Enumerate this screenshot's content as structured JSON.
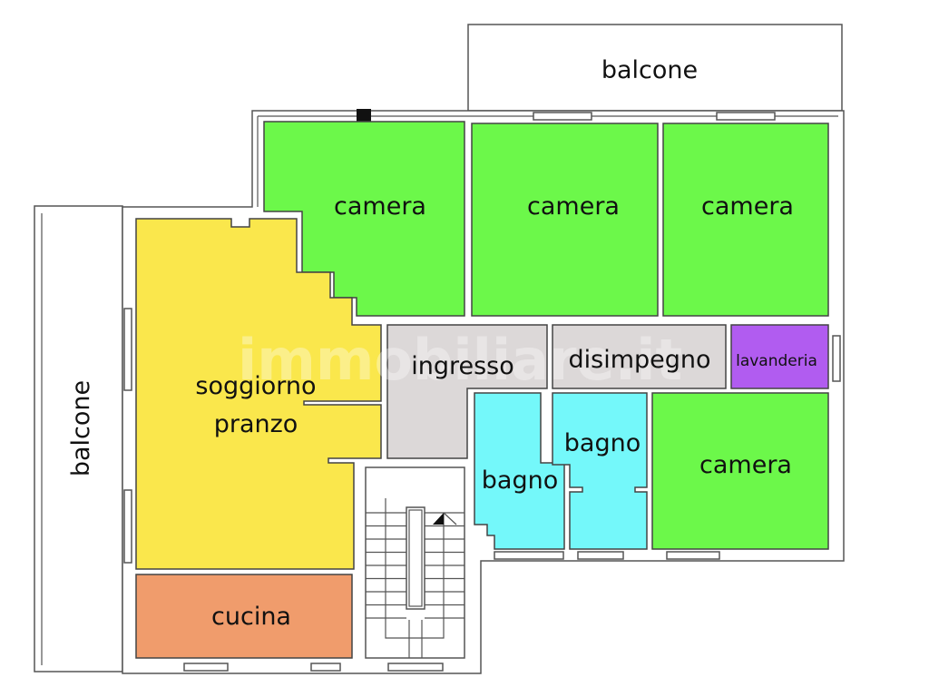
{
  "floorplan": {
    "watermark": "immobiliare.it",
    "colors": {
      "camera": "#6cf84a",
      "soggiorno": "#fae74c",
      "cucina": "#f09c6c",
      "ingresso": "#dcd8d8",
      "bagno": "#74f8fa",
      "lavanderia": "#b15cf0"
    },
    "rooms": {
      "balcone_top": "balcone",
      "balcone_left": "balcone",
      "camera_1": "camera",
      "camera_2": "camera",
      "camera_3": "camera",
      "camera_4": "camera",
      "soggiorno_line1": "soggiorno",
      "soggiorno_line2": "pranzo",
      "cucina": "cucina",
      "ingresso": "ingresso",
      "disimpegno": "disimpegno",
      "lavanderia": "lavanderia",
      "bagno_1": "bagno",
      "bagno_2": "bagno"
    }
  }
}
